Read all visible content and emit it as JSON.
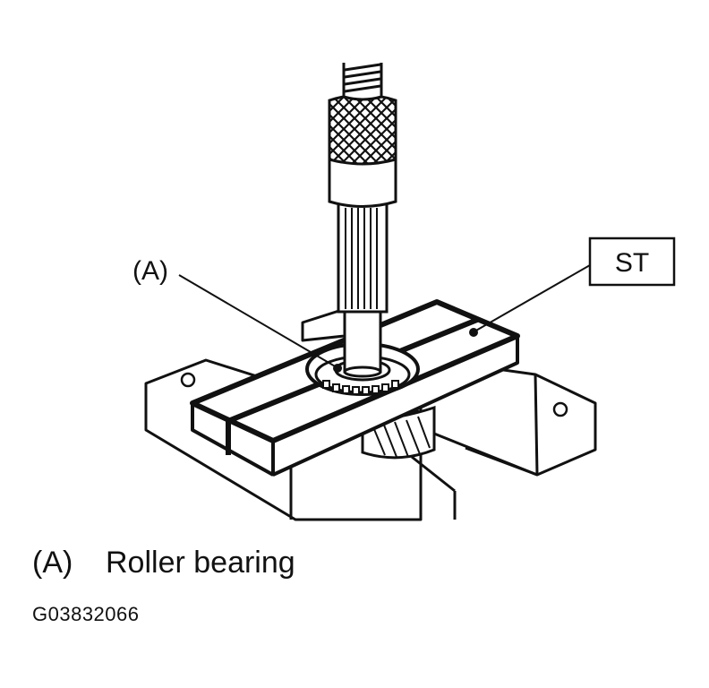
{
  "labels": {
    "callout_a": "(A)",
    "callout_st": "ST"
  },
  "caption": {
    "key": "(A)",
    "text": "Roller bearing"
  },
  "figure_code": "G03832066",
  "colors": {
    "ink": "#111111",
    "paper": "#ffffff",
    "shade": "#bdbdbd"
  }
}
